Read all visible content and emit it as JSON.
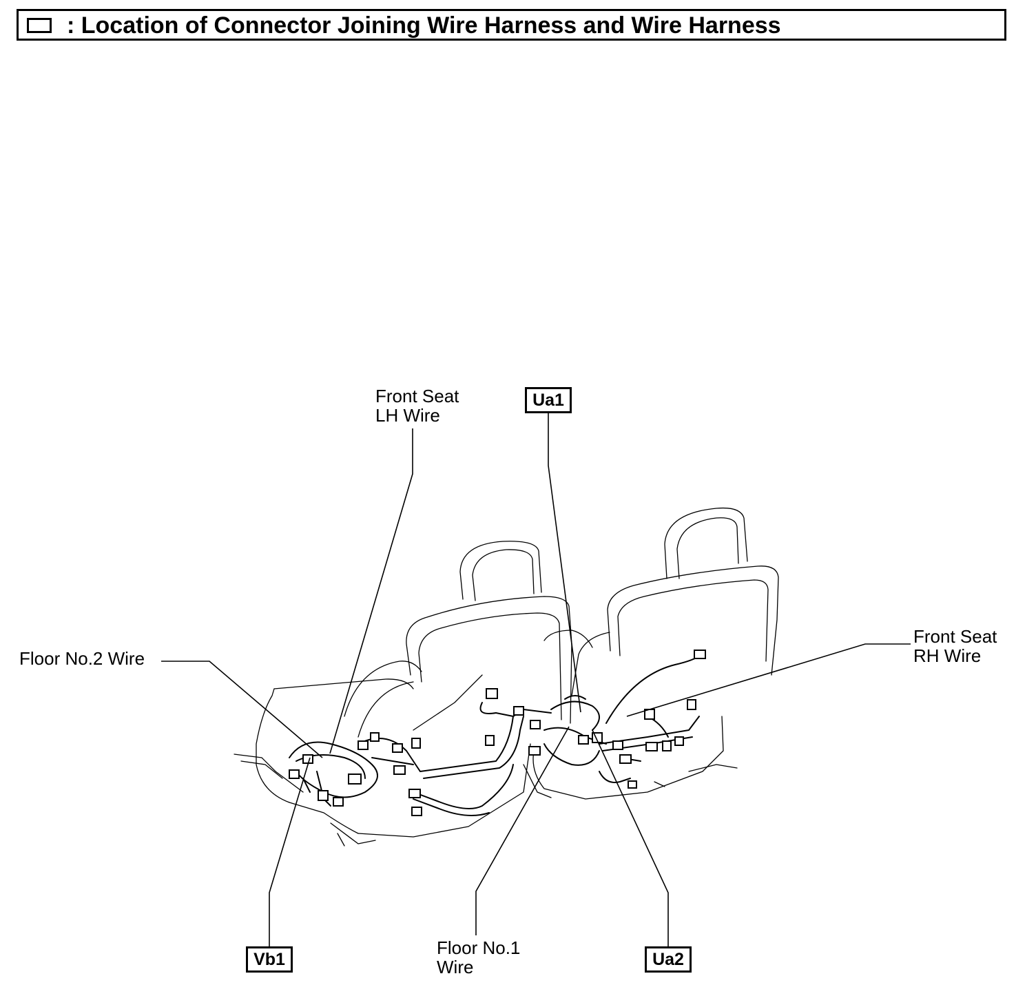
{
  "header": {
    "title": ": Location of Connector Joining Wire Harness and Wire Harness",
    "legend_icon": "connector-box-symbol"
  },
  "labels": {
    "front_seat_lh_wire": "Front Seat\nLH Wire",
    "front_seat_rh_wire": "Front Seat\nRH Wire",
    "floor_no2_wire": "Floor No.2 Wire",
    "floor_no1_wire": "Floor No.1\nWire"
  },
  "connectors": {
    "ua1": "Ua1",
    "ua2": "Ua2",
    "vb1": "Vb1"
  },
  "colors": {
    "line": "#000000",
    "background": "#ffffff"
  }
}
